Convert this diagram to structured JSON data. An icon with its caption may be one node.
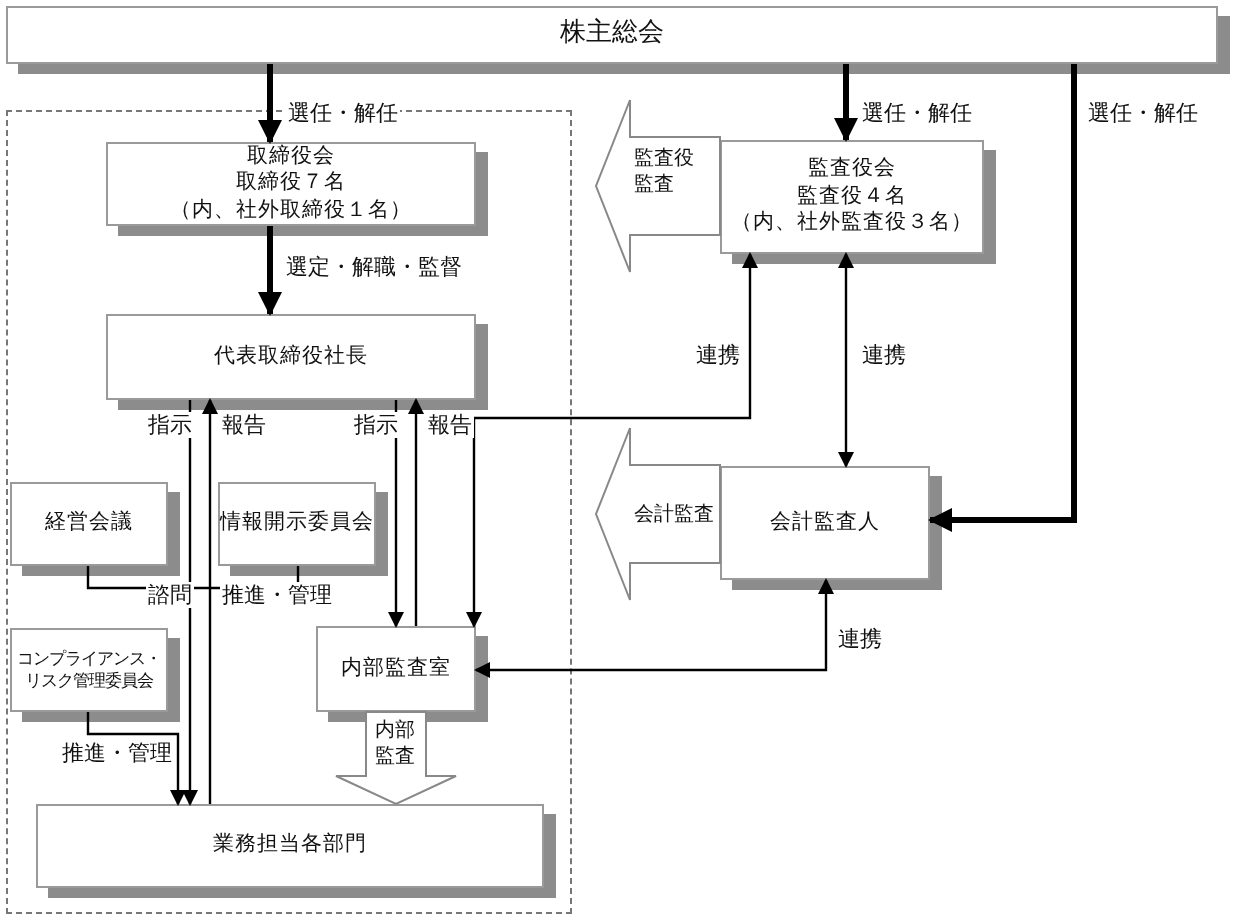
{
  "diagram": {
    "nodes": [
      {
        "text": [
          "株主総会"
        ]
      },
      {
        "text": [
          "取締役会",
          "取締役７名",
          "（内、社外取締役１名）"
        ]
      },
      {
        "text": [
          "代表取締役社長"
        ]
      },
      {
        "text": [
          "経営会議"
        ]
      },
      {
        "text": [
          "情報開示委員会"
        ]
      },
      {
        "text": [
          "コンプライアンス・リスク管理委員会"
        ]
      },
      {
        "text": [
          "内部監査室"
        ]
      },
      {
        "text": [
          "業務担当各部門"
        ]
      },
      {
        "text": [
          "監査役会",
          "監査役４名",
          "（内、社外監査役３名）"
        ]
      },
      {
        "text": [
          "会計監査人"
        ]
      }
    ],
    "edges": [
      {
        "from": 0,
        "to": 1,
        "arrow": "to",
        "label": "選任・解任",
        "style": "thick"
      },
      {
        "from": 1,
        "to": 2,
        "arrow": "to",
        "label": "選定・解職・監督",
        "style": "thick"
      },
      {
        "from": 0,
        "to": 8,
        "arrow": "to",
        "label": "選任・解任",
        "style": "thick"
      },
      {
        "from": 0,
        "to": 9,
        "arrow": "to",
        "label": "選任・解任",
        "style": "thick"
      },
      {
        "from": 2,
        "to": 7,
        "arrow": "to",
        "label": "指示"
      },
      {
        "from": 7,
        "to": 2,
        "arrow": "to",
        "label": "報告"
      },
      {
        "from": 3,
        "to": 4,
        "arrow": "none"
      },
      {
        "from": 5,
        "to": 7,
        "arrow": "to",
        "label": "推進・管理"
      },
      {
        "from": 2,
        "to": 6,
        "arrow": "to",
        "label": "指示"
      },
      {
        "from": 6,
        "to": 2,
        "arrow": "to",
        "label": "報告"
      },
      {
        "from": 8,
        "to": 6,
        "arrow": "both",
        "label": "連携"
      },
      {
        "from": 8,
        "to": 9,
        "arrow": "both",
        "label": "連携"
      },
      {
        "from": 9,
        "to": 6,
        "arrow": "both",
        "label": "連携"
      },
      {
        "from": 8,
        "to": null,
        "arrow": "to",
        "label": "監査役監査"
      },
      {
        "from": 9,
        "to": null,
        "arrow": "to",
        "label": "会計監査"
      },
      {
        "from": 6,
        "to": 7,
        "arrow": "to",
        "label": "内部監査"
      }
    ],
    "labels": [
      "諮問",
      "推進・管理"
    ]
  }
}
